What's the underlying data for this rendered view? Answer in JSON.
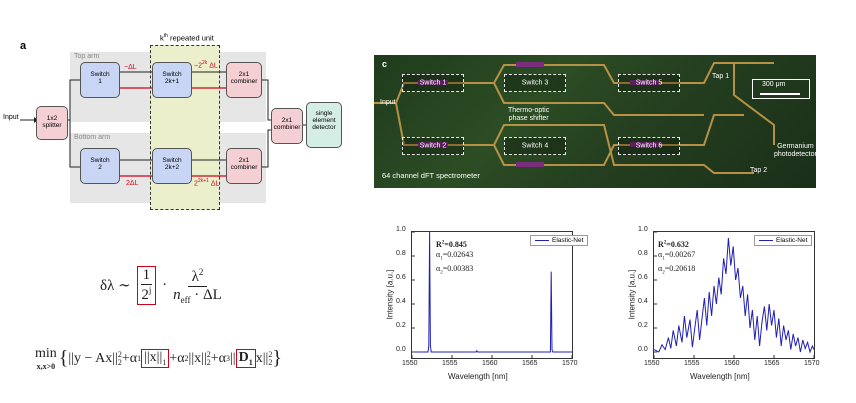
{
  "panel_a": {
    "label": "a",
    "repeated_unit": "k",
    "repeated_unit_sup": "th",
    "repeated_unit_rest": " repeated unit",
    "top_arm": "Top arm",
    "bottom_arm": "Bottom arm",
    "input": "Input",
    "splitter": [
      "1x2",
      "splitter"
    ],
    "switch1": [
      "Switch",
      "1"
    ],
    "switch2": [
      "Switch",
      "2"
    ],
    "switch2k1": [
      "Switch",
      "2k+1"
    ],
    "switch2k2": [
      "Switch",
      "2k+2"
    ],
    "combiner_top": [
      "2x1",
      "combiner"
    ],
    "combiner_bottom": [
      "2x1",
      "combiner"
    ],
    "combiner_mid": [
      "2x1",
      "combiner"
    ],
    "detector": [
      "single",
      "element",
      "detector"
    ],
    "delay_top1": "−ΔL",
    "delay_top2": "−2",
    "delay_top2_sup": "2k",
    "delay_top2_rest": " ΔL",
    "delay_bot1": "2ΔL",
    "delay_bot2": "2",
    "delay_bot2_sup": "2k+1",
    "delay_bot2_rest": " ΔL",
    "colors": {
      "switch": "#c9d5f4",
      "combiner": "#f4cfd4",
      "highlight": "#e9edc6",
      "delay": "#d0021b"
    }
  },
  "panel_c": {
    "label": "c",
    "input": "Input",
    "switches": [
      "Switch 1",
      "Switch 2",
      "Switch 3",
      "Switch 4",
      "Switch 5",
      "Switch 6"
    ],
    "phase_shifter": [
      "Thermo-optic",
      "phase shifter"
    ],
    "tap1": "Tap 1",
    "tap2": "Tap 2",
    "scale": "300 μm",
    "detector": [
      "Germanium",
      "photodetector"
    ],
    "caption": "64 channel dFT spectrometer"
  },
  "equations": {
    "eq1": {
      "lhs": "δλ ∼",
      "frac1_num": "1",
      "frac1_den": "2",
      "frac1_den_sup": "j",
      "dot": "·",
      "frac2_num": "λ",
      "frac2_num_sup": "2",
      "frac2_den": "n",
      "frac2_den_sub": "eff",
      "frac2_den_rest": " · ΔL"
    },
    "eq2": {
      "min": "min",
      "min_sub": "x,x>0",
      "open": "{",
      "t1": "||y − Ax||",
      "t1_sub": "2",
      "t1_sup": "2",
      "plus1": "+α",
      "plus1_sub": "1",
      "boxed1": "||x||",
      "boxed1_sub": "1",
      "plus2": "+α",
      "plus2_sub": "2",
      "t3": "||x||",
      "t3_sub": "2",
      "t3_sup": "2",
      "plus3": "+α",
      "plus3_sub": "3",
      "boxed2": "D",
      "boxed2_sub": "1",
      "t4": "x||",
      "t4_sub": "2",
      "t4_sup": "2",
      "close": "}"
    }
  },
  "chart_data": [
    {
      "type": "line",
      "xlabel": "Wavelength [nm]",
      "ylabel": "Intensity [a.u.]",
      "xlim": [
        1550,
        1570
      ],
      "ylim": [
        -0.05,
        1.0
      ],
      "xticks": [
        "1550",
        "1555",
        "1560",
        "1565",
        "1570"
      ],
      "yticks": [
        "0.0",
        "0.2",
        "0.4",
        "0.6",
        "0.8",
        "1.0"
      ],
      "legend": "Elastic-Net",
      "legend_position": "top-right",
      "stats": {
        "r2_label": "R",
        "r2_sup": "2",
        "r2_value": "=0.845",
        "a1": "α",
        "a1_sub": "1",
        "a1_value": "=0.02643",
        "a2": "α",
        "a2_sub": "2",
        "a2_value": "=0.00383"
      },
      "series": [
        {
          "color": "#1f1fb4",
          "x": [
            1550,
            1552.0,
            1552.1,
            1552.2,
            1552.3,
            1552.4,
            1555,
            1558.0,
            1558.1,
            1558.2,
            1560,
            1567.3,
            1567.4,
            1567.5,
            1567.6,
            1570
          ],
          "y": [
            0,
            0,
            0.05,
            1.0,
            0.05,
            0,
            0,
            0,
            0.01,
            0,
            0,
            0,
            0.67,
            0.02,
            0,
            0
          ]
        }
      ]
    },
    {
      "type": "line",
      "xlabel": "Wavelength [nm]",
      "ylabel": "Intensity [a.u.]",
      "xlim": [
        1550,
        1570
      ],
      "ylim": [
        -0.05,
        1.0
      ],
      "xticks": [
        "1550",
        "1555",
        "1560",
        "1565",
        "1570"
      ],
      "yticks": [
        "0.0",
        "0.2",
        "0.4",
        "0.6",
        "0.8",
        "1.0"
      ],
      "legend": "Elastic-Net",
      "legend_position": "top-right",
      "stats": {
        "r2_label": "R",
        "r2_sup": "2",
        "r2_value": "=0.632",
        "a1": "α",
        "a1_sub": "1",
        "a1_value": "=0.00267",
        "a2": "α",
        "a2_sub": "2",
        "a2_value": "=0.20618"
      },
      "series": [
        {
          "color": "#1f1fb4",
          "x": [
            1550,
            1550.6,
            1551.0,
            1551.4,
            1551.8,
            1552.1,
            1552.4,
            1552.8,
            1553.1,
            1553.5,
            1553.8,
            1554.1,
            1554.5,
            1554.8,
            1555.1,
            1555.4,
            1555.7,
            1556.0,
            1556.3,
            1556.6,
            1556.9,
            1557.2,
            1557.5,
            1557.8,
            1558.1,
            1558.4,
            1558.7,
            1559.0,
            1559.3,
            1559.6,
            1559.9,
            1560.2,
            1560.5,
            1560.8,
            1561.1,
            1561.4,
            1561.7,
            1562.0,
            1562.3,
            1562.6,
            1562.9,
            1563.2,
            1563.5,
            1563.8,
            1564.1,
            1564.4,
            1564.7,
            1565.0,
            1565.3,
            1565.6,
            1565.9,
            1566.2,
            1566.5,
            1566.8,
            1567.1,
            1567.4,
            1567.7,
            1568.0,
            1568.3,
            1568.6,
            1568.9,
            1569.2,
            1569.5,
            1569.8,
            1570
          ],
          "y": [
            0.02,
            0.0,
            0.06,
            0.02,
            0.12,
            0.03,
            0.18,
            0.05,
            0.22,
            0.08,
            0.3,
            0.12,
            0.27,
            0.04,
            0.2,
            0.35,
            0.1,
            0.28,
            0.45,
            0.22,
            0.5,
            0.3,
            0.55,
            0.4,
            0.62,
            0.48,
            0.78,
            0.65,
            0.95,
            0.72,
            0.88,
            0.6,
            0.7,
            0.45,
            0.55,
            0.3,
            0.48,
            0.2,
            0.35,
            0.1,
            0.3,
            0.05,
            0.25,
            0.38,
            0.18,
            0.4,
            0.22,
            0.35,
            0.12,
            0.28,
            0.05,
            0.22,
            0.1,
            0.18,
            0.02,
            0.15,
            0.05,
            0.12,
            0.0,
            0.1,
            0.03,
            0.08,
            0.0,
            0.05,
            0.02
          ]
        }
      ]
    }
  ]
}
